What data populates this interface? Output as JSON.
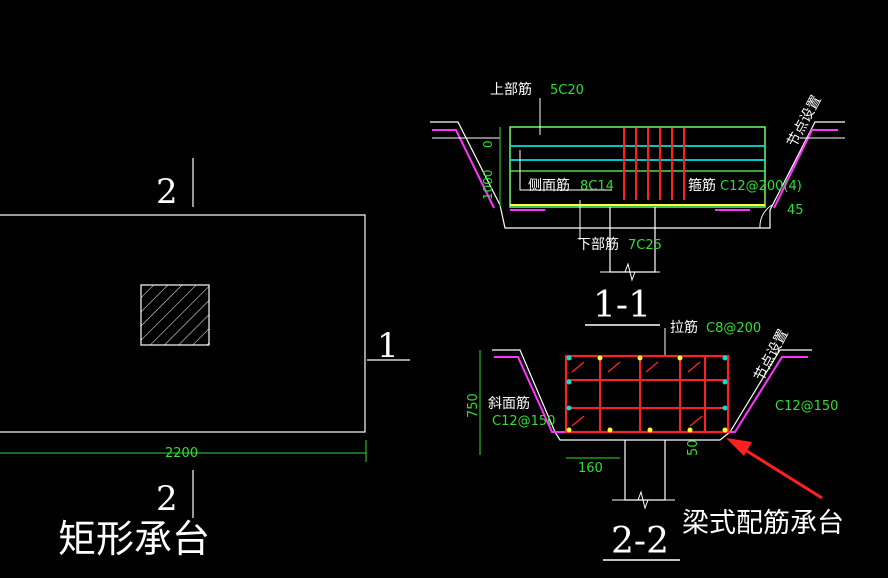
{
  "plan": {
    "title": "矩形承台",
    "section_top": "2",
    "section_bottom": "2",
    "section_right": "1",
    "dim_width": "2200"
  },
  "section11": {
    "title": "1-1",
    "top_bar_label": "上部筋",
    "top_bar_spec": "5C20",
    "side_bar_label": "侧面筋",
    "side_bar_spec": "8C14",
    "stirrup_label": "箍筋",
    "stirrup_spec": "C12@200(4)",
    "bottom_bar_label": "下部筋",
    "bottom_bar_spec": "7C25",
    "node_label": "节点设置",
    "angle": "45",
    "dim_top": "0",
    "dim_height": "1000"
  },
  "section22": {
    "title": "2-2",
    "tie_label": "拉筋",
    "tie_spec": "C8@200",
    "slope_label": "斜面筋",
    "slope_spec_left": "C12@150",
    "slope_spec_right": "C12@150",
    "node_label": "节点设置",
    "dim_height": "750",
    "dim_offset": "160",
    "dim_cover": "50"
  },
  "annotation": {
    "text": "梁式配筋承台",
    "arrow_color": "#ff2020"
  },
  "colors": {
    "background": "#000000",
    "line": "#ffffff",
    "dimension": "#33dd33",
    "rebar_red": "#ff2020",
    "rebar_cyan": "#00e0e0",
    "rebar_yellow": "#ffff33",
    "slope_magenta": "#ff33ff",
    "cap_outline_green": "#66ff66"
  }
}
